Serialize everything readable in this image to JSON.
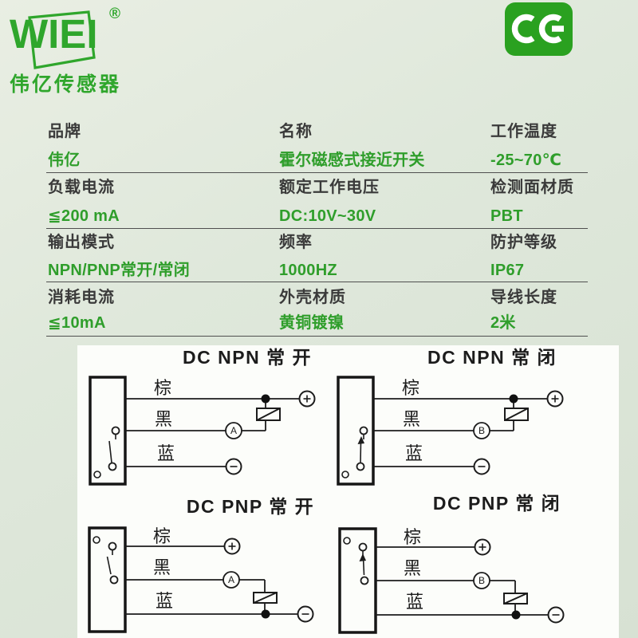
{
  "brand": {
    "logo_text": "WIEI",
    "registered_mark": "®",
    "subtitle": "伟亿传感器",
    "logo_color": "#2fa62c",
    "ce_mark": "CE",
    "ce_badge_color": "#2aa120"
  },
  "spec_table": {
    "label_color": "#3a3a3a",
    "value_color": "#2f9e2b",
    "rows": [
      [
        {
          "label": "品牌",
          "value": "伟亿"
        },
        {
          "label": "名称",
          "value": "霍尔磁感式接近开关"
        },
        {
          "label": "工作温度",
          "value": "-25~70℃"
        }
      ],
      [
        {
          "label": "负载电流",
          "value": "≦200 mA"
        },
        {
          "label": "额定工作电压",
          "value": "DC:10V~30V"
        },
        {
          "label": "检测面材质",
          "value": "PBT"
        }
      ],
      [
        {
          "label": "输出模式",
          "value": "NPN/PNP常开/常闭"
        },
        {
          "label": "频率",
          "value": "1000HZ"
        },
        {
          "label": "防护等级",
          "value": "IP67"
        }
      ],
      [
        {
          "label": "消耗电流",
          "value": "≦10mA"
        },
        {
          "label": "外壳材质",
          "value": "黄铜镀镍"
        },
        {
          "label": "导线长度",
          "value": "2米"
        }
      ]
    ]
  },
  "wiring_diagrams": [
    {
      "id": "dc-npn-normally-open",
      "title": "DC NPN 常 开",
      "circuit": "npn",
      "contact": "open",
      "output_letter": "A",
      "wire_labels": [
        "棕",
        "黑",
        "蓝"
      ],
      "terminals": {
        "positive": "+",
        "negative": "−"
      }
    },
    {
      "id": "dc-npn-normally-closed",
      "title": "DC NPN 常 闭",
      "circuit": "npn",
      "contact": "closed",
      "output_letter": "B",
      "wire_labels": [
        "棕",
        "黑",
        "蓝"
      ],
      "terminals": {
        "positive": "+",
        "negative": "−"
      }
    },
    {
      "id": "dc-pnp-normally-open",
      "title": "DC PNP 常 开",
      "circuit": "pnp",
      "contact": "open",
      "output_letter": "A",
      "wire_labels": [
        "棕",
        "黑",
        "蓝"
      ],
      "terminals": {
        "positive": "+",
        "negative": "−"
      }
    },
    {
      "id": "dc-pnp-normally-closed",
      "title": "DC PNP 常 闭",
      "circuit": "pnp",
      "contact": "closed",
      "output_letter": "B",
      "wire_labels": [
        "棕",
        "黑",
        "蓝"
      ],
      "terminals": {
        "positive": "+",
        "negative": "−"
      }
    }
  ]
}
